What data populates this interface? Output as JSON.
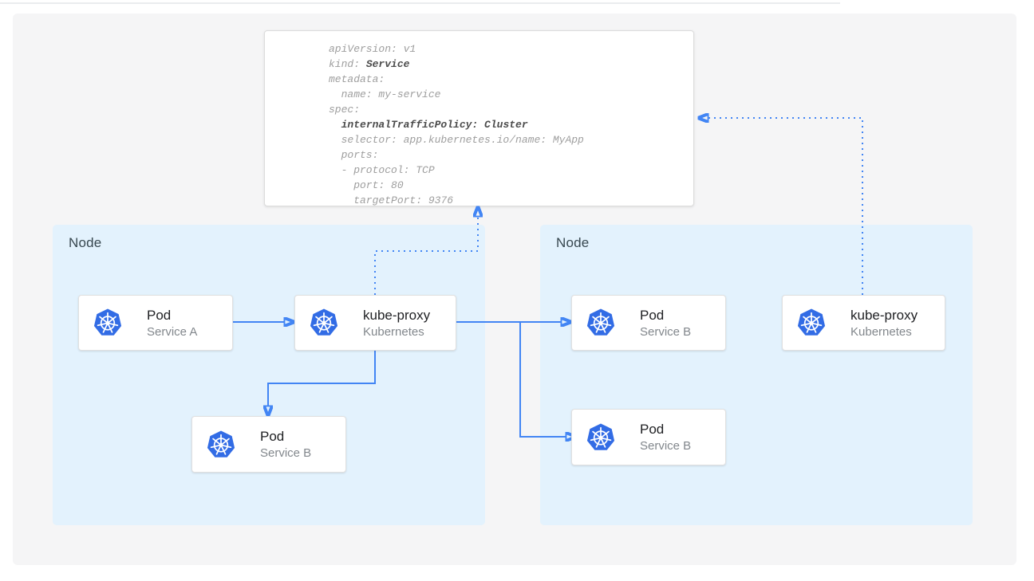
{
  "colors": {
    "kubernetes_blue": "#326ce5",
    "arrow_blue": "#4285f4",
    "node_background": "#e3f2fd",
    "canvas_background": "#f5f5f6",
    "yaml_text": "#9e9e9e",
    "yaml_bold_text": "#4b4b4b",
    "box_title_text": "#202124",
    "box_subtitle_text": "#82878c",
    "node_label_text": "#37474f"
  },
  "icons": {
    "workload_icon": "kubernetes-helm-wheel"
  },
  "yaml_panel": {
    "lines": [
      {
        "segments": [
          {
            "text": "apiVersion: v1",
            "bold": false
          }
        ]
      },
      {
        "segments": [
          {
            "text": "kind: ",
            "bold": false
          },
          {
            "text": "Service",
            "bold": true
          }
        ]
      },
      {
        "segments": [
          {
            "text": "metadata:",
            "bold": false
          }
        ]
      },
      {
        "segments": [
          {
            "text": "  name: my-service",
            "bold": false
          }
        ]
      },
      {
        "segments": [
          {
            "text": "spec:",
            "bold": false
          }
        ]
      },
      {
        "segments": [
          {
            "text": "  ",
            "bold": false
          },
          {
            "text": "internalTrafficPolicy: Cluster",
            "bold": true
          }
        ]
      },
      {
        "segments": [
          {
            "text": "  selector: app.kubernetes.io/name: MyApp",
            "bold": false
          }
        ]
      },
      {
        "segments": [
          {
            "text": "  ports:",
            "bold": false
          }
        ]
      },
      {
        "segments": [
          {
            "text": "  - protocol: TCP",
            "bold": false
          }
        ]
      },
      {
        "segments": [
          {
            "text": "    port: 80",
            "bold": false
          }
        ]
      },
      {
        "segments": [
          {
            "text": "    targetPort: 9376",
            "bold": false
          }
        ]
      }
    ]
  },
  "nodes": [
    {
      "label": "Node",
      "boxes": [
        {
          "title": "Pod",
          "subtitle": "Service A"
        },
        {
          "title": "kube-proxy",
          "subtitle": "Kubernetes"
        },
        {
          "title": "Pod",
          "subtitle": "Service B"
        }
      ]
    },
    {
      "label": "Node",
      "boxes": [
        {
          "title": "Pod",
          "subtitle": "Service B"
        },
        {
          "title": "kube-proxy",
          "subtitle": "Kubernetes"
        },
        {
          "title": "Pod",
          "subtitle": "Service B"
        }
      ]
    }
  ]
}
